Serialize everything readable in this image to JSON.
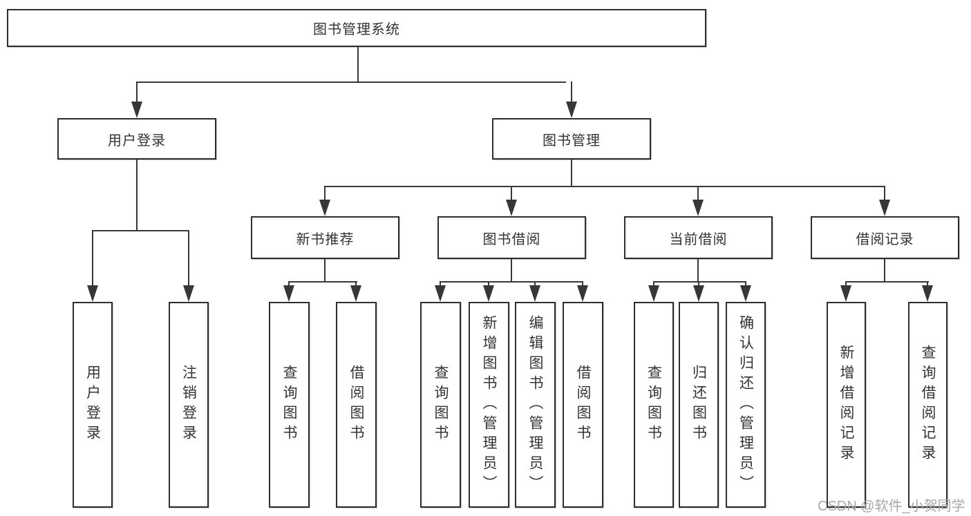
{
  "tree": {
    "root": {
      "label": "图书管理系统"
    },
    "branches": [
      {
        "label": "用户登录",
        "children": [
          "用户登录",
          "注销登录"
        ]
      },
      {
        "label": "图书管理",
        "children": [
          {
            "label": "新书推荐",
            "children": [
              "查询图书",
              "借阅图书"
            ]
          },
          {
            "label": "图书借阅",
            "children": [
              "查询图书",
              "新增图书（管理员）",
              "编辑图书（管理员）",
              "借阅图书"
            ]
          },
          {
            "label": "当前借阅",
            "children": [
              "查询图书",
              "归还图书",
              "确认归还（管理员）"
            ]
          },
          {
            "label": "借阅记录",
            "children": [
              "新增借阅记录",
              "查询借阅记录"
            ]
          }
        ]
      }
    ]
  },
  "watermark": "CSDN @软件_小贺同学",
  "colors": {
    "line": "#373737",
    "box_border": "#2d2d2d",
    "text": "#333333",
    "watermark": "#a8a8a8",
    "background": "#ffffff"
  }
}
